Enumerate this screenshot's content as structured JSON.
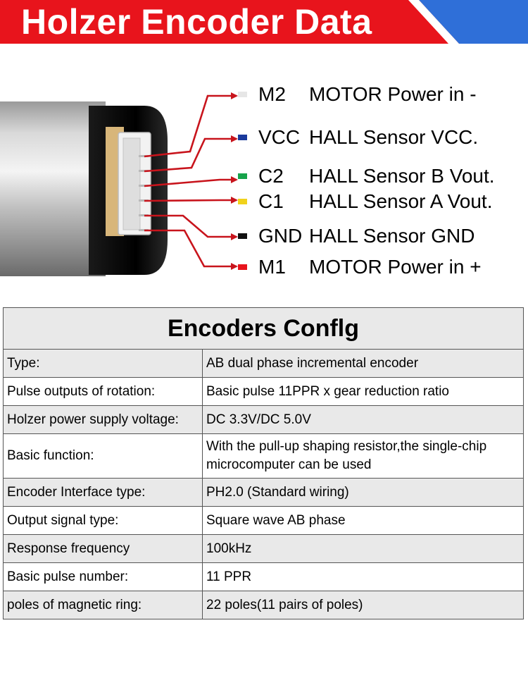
{
  "banner": {
    "title": "Holzer Encoder Data",
    "colors": {
      "red": "#e8141c",
      "blue": "#2f6fd8"
    }
  },
  "pins": [
    {
      "code": "M2",
      "description": "MOTOR Power in -",
      "color": "#e6e6e6"
    },
    {
      "code": "VCC",
      "description": "HALL Sensor  VCC.",
      "color": "#1a3a9c"
    },
    {
      "code": "C2",
      "description": "HALL Sensor B Vout.",
      "color": "#16a34a"
    },
    {
      "code": "C1",
      "description": "HALL  Sensor  A Vout.",
      "color": "#f1d21b"
    },
    {
      "code": "GND",
      "description": "HALL  Sensor GND",
      "color": "#111111"
    },
    {
      "code": "M1",
      "description": "MOTOR Power in +",
      "color": "#e8141c"
    }
  ],
  "table": {
    "title": "Encoders Conflg",
    "rows": [
      {
        "key": "Type:",
        "value": "AB dual phase incremental encoder"
      },
      {
        "key": "Pulse outputs of rotation:",
        "value": "Basic pulse 11PPR x gear reduction ratio"
      },
      {
        "key": "Holzer power supply voltage:",
        "value": "DC 3.3V/DC 5.0V"
      },
      {
        "key": "Basic function:",
        "value": "With the pull-up shaping resistor,the single-chip microcomputer can be used"
      },
      {
        "key": "Encoder Interface type:",
        "value": "PH2.0 (Standard  wiring)"
      },
      {
        "key": "Output signal type:",
        "value": "Square wave AB phase"
      },
      {
        "key": "Response frequency",
        "value": "100kHz"
      },
      {
        "key": "Basic pulse number:",
        "value": "11 PPR"
      },
      {
        "key": "poles of magnetic ring:",
        "value": "22 poles(11 pairs of poles)"
      }
    ]
  }
}
